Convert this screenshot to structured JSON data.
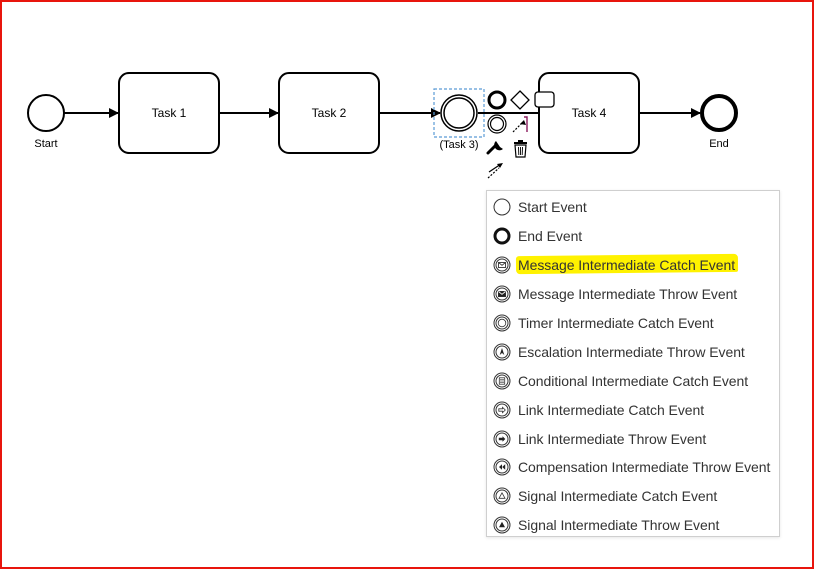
{
  "diagram": {
    "start_label": "Start",
    "task1_label": "Task 1",
    "task2_label": "Task 2",
    "task3_label": "(Task 3)",
    "task4_label": "Task 4",
    "end_label": "End"
  },
  "context_pad": {
    "icons": [
      "end-event-icon",
      "gateway-icon",
      "task-icon",
      "intermediate-event-icon",
      "connect-arrow-icon",
      "wrench-icon",
      "trash-icon",
      "sequence-flow-icon"
    ]
  },
  "replace_menu": {
    "items": [
      {
        "label": "Start Event",
        "icon": "start-event-icon"
      },
      {
        "label": "End Event",
        "icon": "end-event-icon"
      },
      {
        "label": "Message Intermediate Catch Event",
        "icon": "message-catch-icon",
        "highlighted": true
      },
      {
        "label": "Message Intermediate Throw Event",
        "icon": "message-throw-icon"
      },
      {
        "label": "Timer Intermediate Catch Event",
        "icon": "timer-catch-icon"
      },
      {
        "label": "Escalation Intermediate Throw Event",
        "icon": "escalation-throw-icon"
      },
      {
        "label": "Conditional Intermediate Catch Event",
        "icon": "conditional-catch-icon"
      },
      {
        "label": "Link Intermediate Catch Event",
        "icon": "link-catch-icon"
      },
      {
        "label": "Link Intermediate Throw Event",
        "icon": "link-throw-icon"
      },
      {
        "label": "Compensation Intermediate Throw Event",
        "icon": "compensation-throw-icon"
      },
      {
        "label": "Signal Intermediate Catch Event",
        "icon": "signal-catch-icon"
      },
      {
        "label": "Signal Intermediate Throw Event",
        "icon": "signal-throw-icon"
      }
    ]
  },
  "colors": {
    "border": "#e8150d",
    "highlight": "#fff200",
    "selection": "#5b9bd5",
    "text": "#333333"
  }
}
